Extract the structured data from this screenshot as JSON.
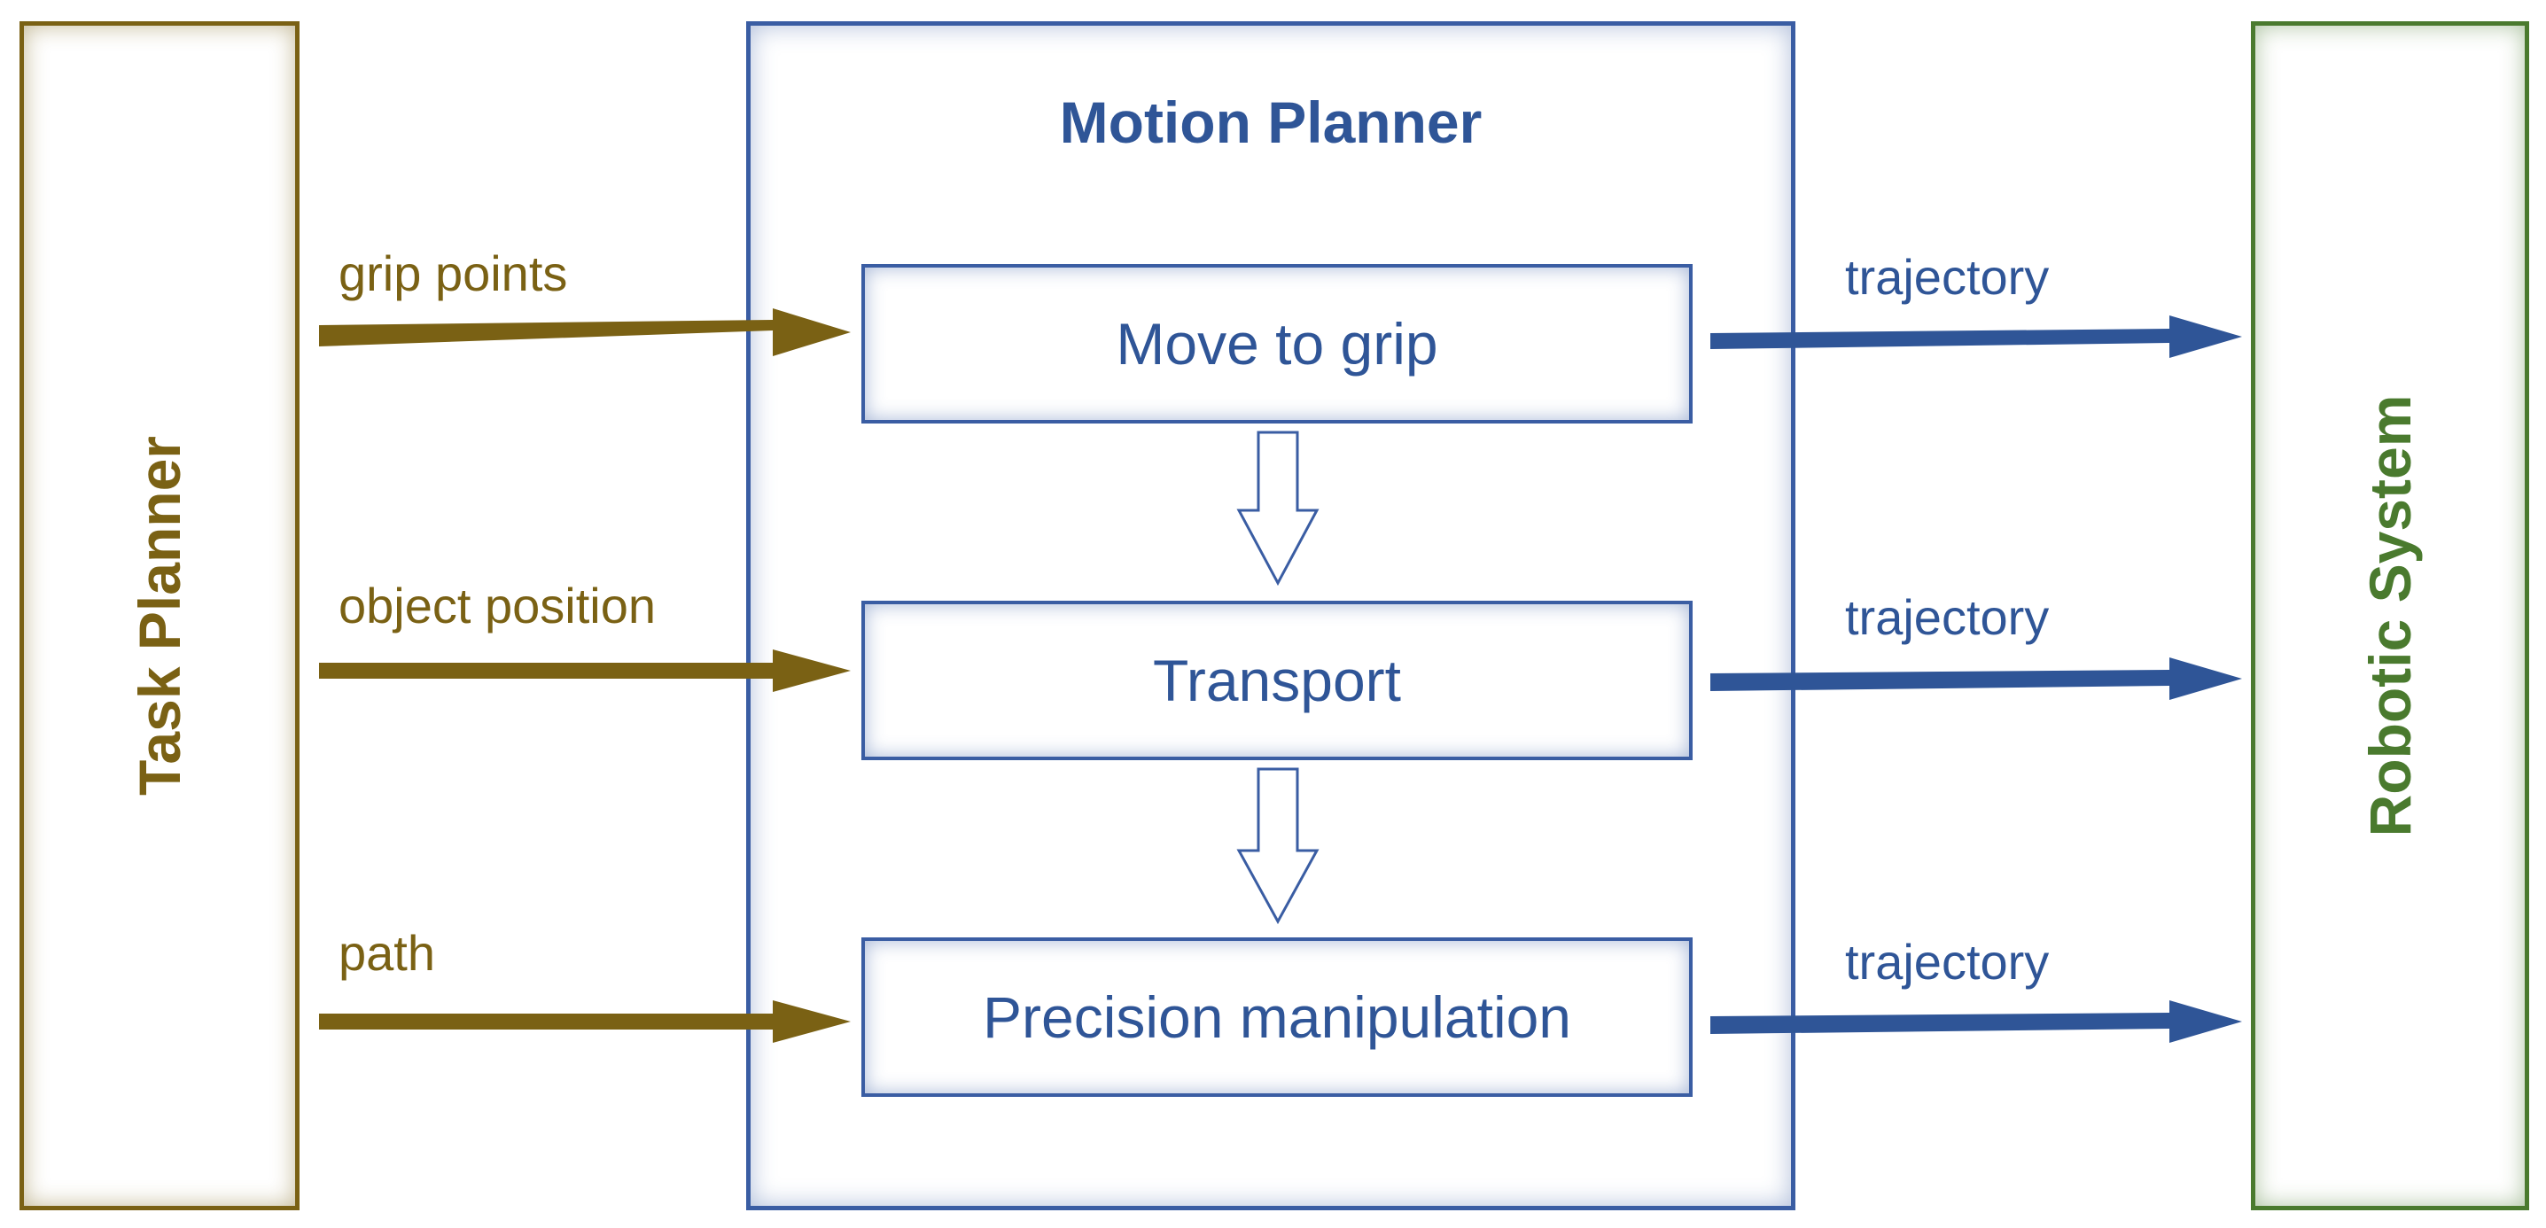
{
  "task_planner": {
    "label": "Task Planner"
  },
  "robotic_system": {
    "label": "Robotic System"
  },
  "motion_planner": {
    "title": "Motion Planner",
    "stages": [
      {
        "label": "Move to grip"
      },
      {
        "label": "Transport"
      },
      {
        "label": "Precision manipulation"
      }
    ]
  },
  "inputs": [
    {
      "label": "grip points"
    },
    {
      "label": "object position"
    },
    {
      "label": "path"
    }
  ],
  "outputs": [
    {
      "label": "trajectory"
    },
    {
      "label": "trajectory"
    },
    {
      "label": "trajectory"
    }
  ],
  "colors": {
    "task_planner": "#7a6114",
    "motion_planner": "#2f5597",
    "robotic_system": "#4a7a2e"
  }
}
